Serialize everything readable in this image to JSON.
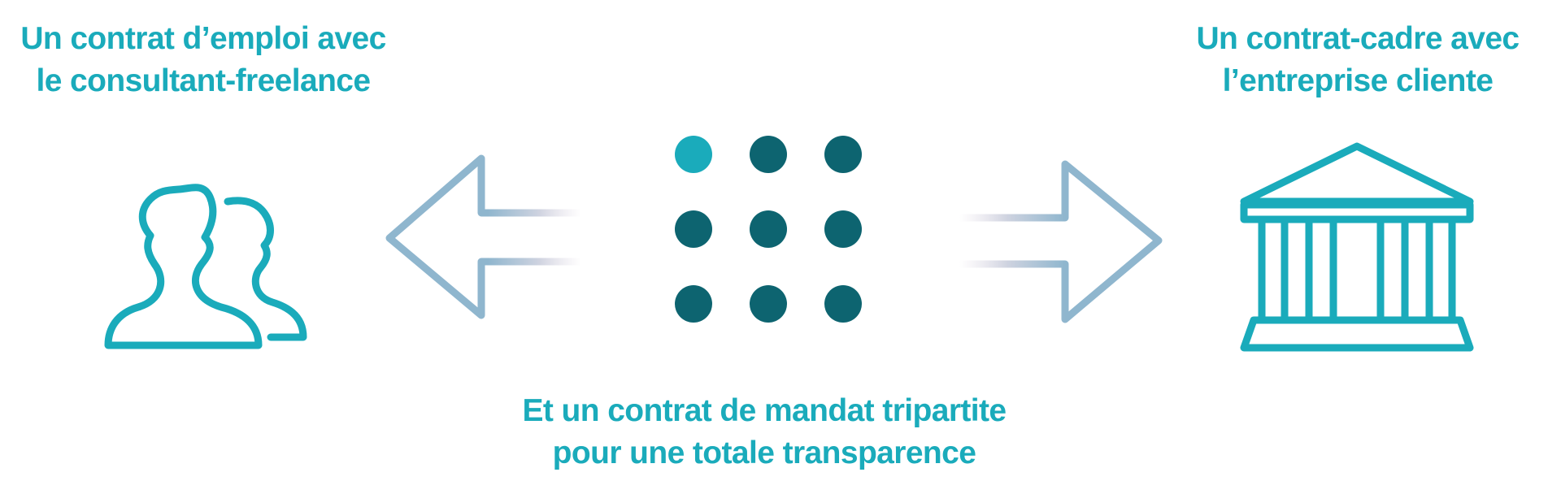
{
  "colors": {
    "teal": "#1aabbb",
    "dark_teal": "#0d6470",
    "arrow_blue": "#8fb6ce",
    "arrow_fade": "#e4dde7"
  },
  "left_caption": {
    "line1": "Un contrat d’emploi avec",
    "line2": "le consultant-freelance",
    "icon": "users-icon"
  },
  "right_caption": {
    "line1": "Un contrat-cadre avec",
    "line2": "l’entreprise cliente",
    "icon": "bank-building-icon"
  },
  "bottom_caption": {
    "line1": "Et un contrat de mandat tripartite",
    "line2": "pour une totale transparence"
  },
  "center": {
    "icon": "dot-grid-icon",
    "rows": 3,
    "cols": 3,
    "highlighted_dot": "top-left"
  }
}
